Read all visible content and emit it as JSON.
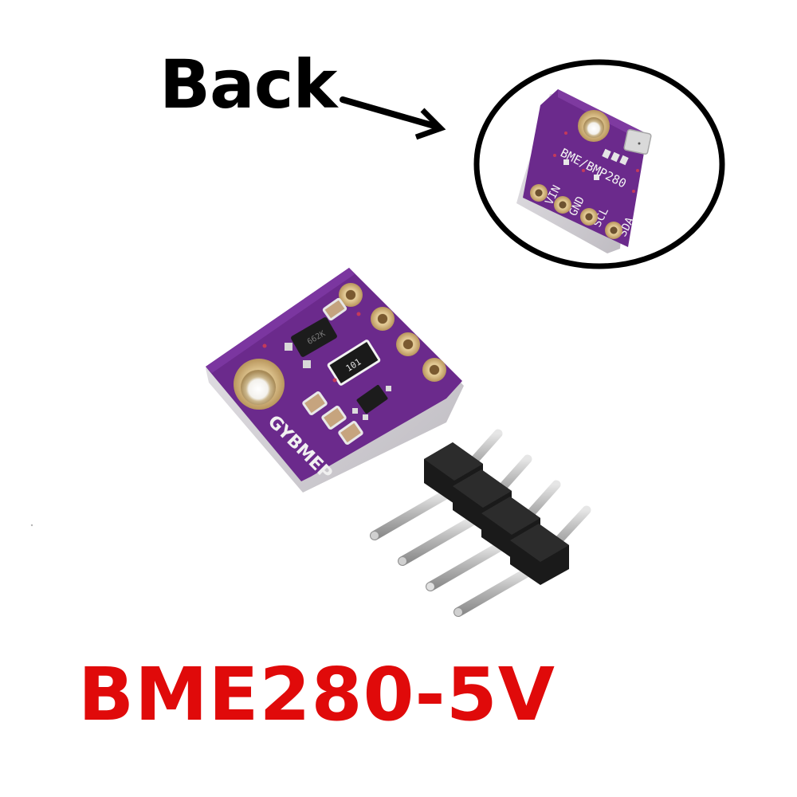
{
  "header": {
    "back_label": "Back"
  },
  "back_view": {
    "board_labels": {
      "chip_name": "BME/BMP280",
      "pins": [
        "VIN",
        "GND",
        "SCL",
        "SDA"
      ]
    }
  },
  "front_view": {
    "silkscreen": "GYBMEP",
    "regulator_marking": "662K",
    "resistor_marking": "101"
  },
  "pin_header": {
    "pin_count": 4
  },
  "footer": {
    "product_title": "BME280-5V"
  },
  "colors": {
    "pcb_purple": "#6b2a8c",
    "pcb_purple_dark": "#4e1c68",
    "title_red": "#e00a0a",
    "gold_pad": "#c9a96b",
    "black": "#000000"
  }
}
